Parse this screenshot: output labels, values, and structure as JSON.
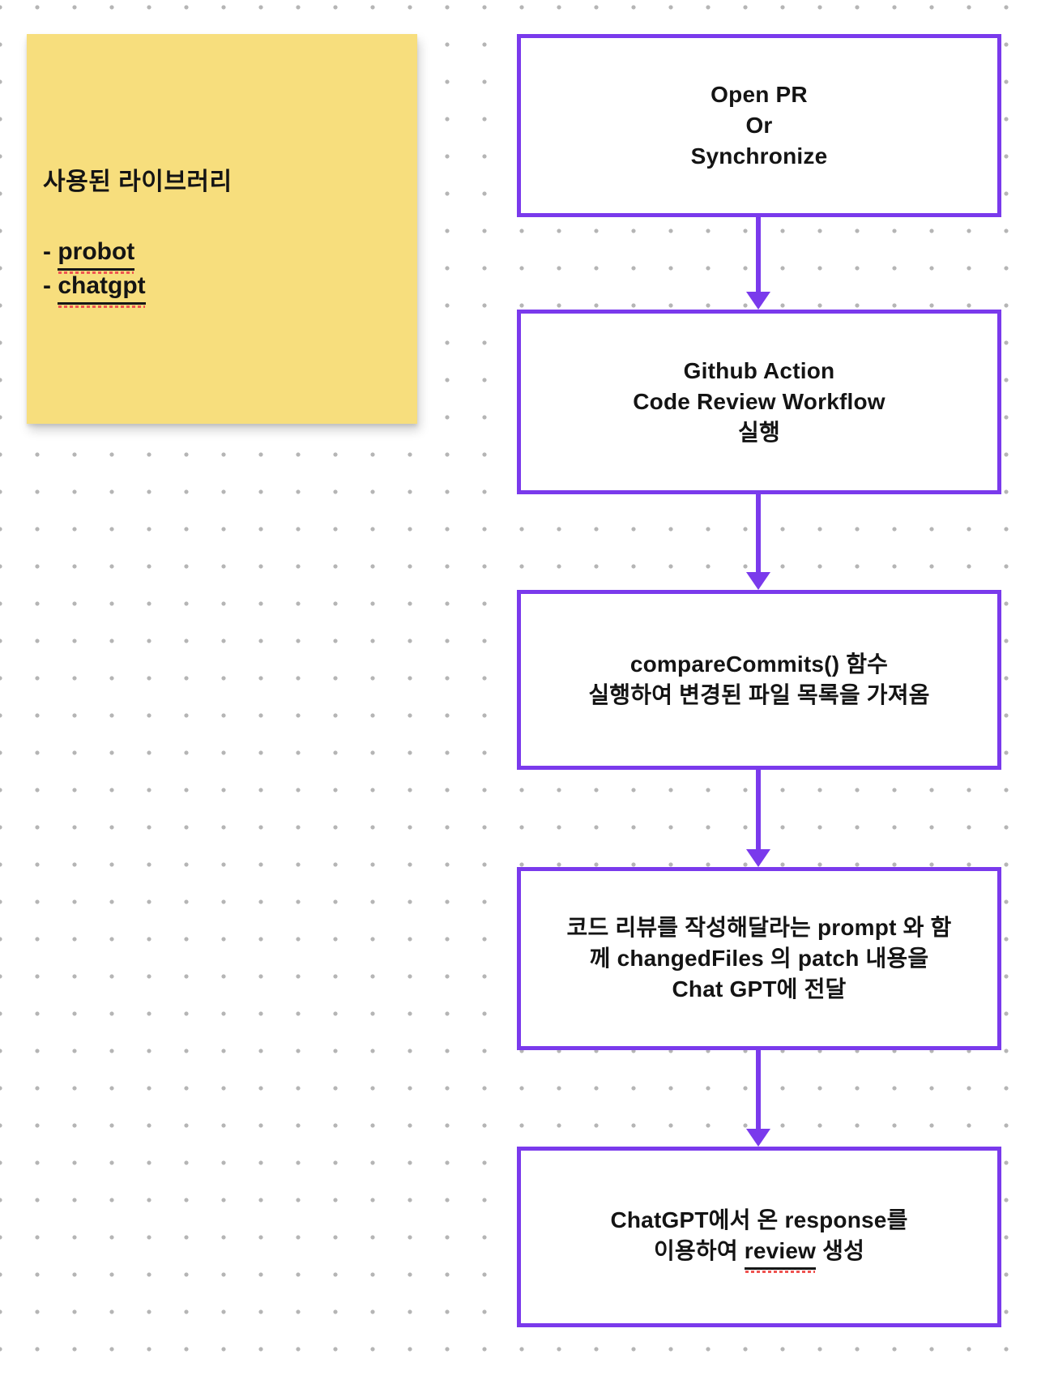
{
  "colors": {
    "accent": "#7a3aec",
    "sticky_note_yellow": "#f7de7d",
    "text": "#141414",
    "spellcheck_red": "#ef5350",
    "grid_dot": "#b5b5b5"
  },
  "sticky_note": {
    "title": "사용된 라이브러리",
    "items": [
      {
        "prefix": "- ",
        "label": "probot"
      },
      {
        "prefix": "- ",
        "label": "chatgpt"
      }
    ]
  },
  "flowchart": {
    "nodes": [
      {
        "id": "open-pr",
        "lines": [
          "Open PR",
          "Or",
          "Synchronize"
        ]
      },
      {
        "id": "github-action",
        "lines": [
          "Github Action",
          "Code Review Workflow",
          "실행"
        ]
      },
      {
        "id": "compare-commits",
        "lines": [
          "compareCommits() 함수",
          "실행하여 변경된 파일 목록을 가져옴"
        ]
      },
      {
        "id": "send-to-chatgpt",
        "lines": [
          "코드 리뷰를 작성해달라는 prompt 와 함",
          "께 changedFiles 의 patch 내용을",
          "Chat GPT에 전달"
        ]
      },
      {
        "id": "create-review",
        "lines": [
          "ChatGPT에서 온 response를"
        ],
        "line2_prefix": "이용하여 ",
        "line2_underlined": "review",
        "line2_suffix": " 생성"
      }
    ]
  }
}
